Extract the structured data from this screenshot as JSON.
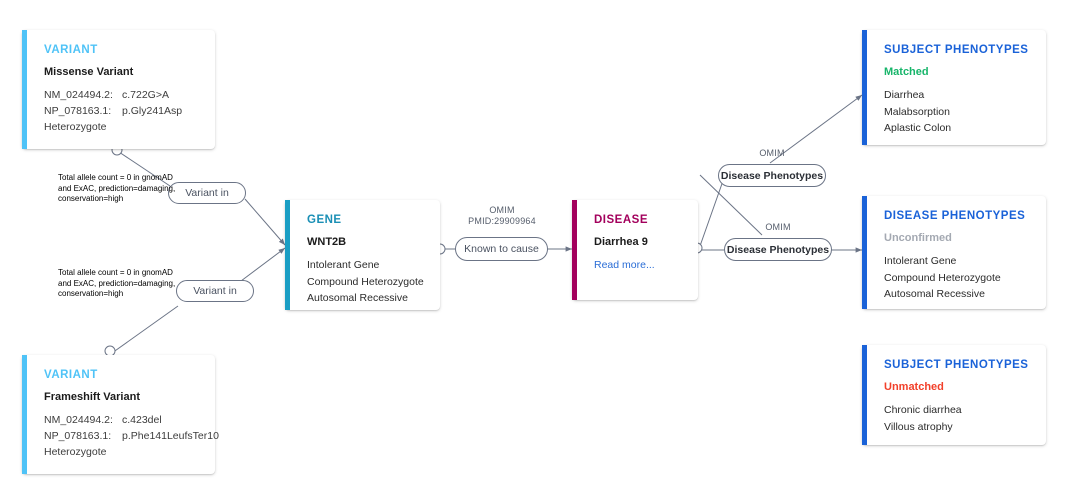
{
  "cards": {
    "variant_top": {
      "title": "VARIANT",
      "subtitle": "Missense Variant",
      "rows": [
        {
          "key": "NM_024494.2:",
          "value": "c.722G>A"
        },
        {
          "key": "NP_078163.1:",
          "value": "p.Gly241Asp"
        }
      ],
      "zygosity": "Heterozygote",
      "accent_color": "#4FC3F7",
      "title_color": "#4FC3F7"
    },
    "variant_bottom": {
      "title": "VARIANT",
      "subtitle": "Frameshift Variant",
      "rows": [
        {
          "key": "NM_024494.2:",
          "value": "c.423del"
        },
        {
          "key": "NP_078163.1:",
          "value": "p.Phe141LeufsTer10"
        }
      ],
      "zygosity": "Heterozygote",
      "accent_color": "#4FC3F7",
      "title_color": "#4FC3F7"
    },
    "gene": {
      "title": "GENE",
      "subtitle": "WNT2B",
      "lines": [
        "Intolerant Gene",
        "Compound Heterozygote",
        "Autosomal Recessive"
      ],
      "accent_color": "#1a9ec4",
      "title_color": "#1a8fb5"
    },
    "disease": {
      "title": "DISEASE",
      "subtitle": "Diarrhea 9",
      "link": "Read more...",
      "accent_color": "#a3005c",
      "title_color": "#a3005c",
      "link_color": "#2a6dd6"
    },
    "subject_phenotypes_matched": {
      "title": "SUBJECT PHENOTYPES",
      "status": "Matched",
      "status_color": "#17b56a",
      "lines": [
        "Diarrhea",
        "Malabsorption",
        "Aplastic Colon"
      ],
      "accent_color": "#1a62d8",
      "title_color": "#1a62d8"
    },
    "disease_phenotypes": {
      "title": "DISEASE PHENOTYPES",
      "status": "Unconfirmed",
      "status_color": "#a4a9b2",
      "lines": [
        "Intolerant Gene",
        "Compound Heterozygote",
        "Autosomal Recessive"
      ],
      "accent_color": "#1a62d8",
      "title_color": "#1a62d8"
    },
    "subject_phenotypes_unmatched": {
      "title": "SUBJECT PHENOTYPES",
      "status": "Unmatched",
      "status_color": "#f2402a",
      "lines": [
        "Chronic diarrhea",
        "Villous atrophy"
      ],
      "accent_color": "#1a62d8",
      "title_color": "#1a62d8"
    }
  },
  "pills": {
    "variant_in_top": "Variant in",
    "variant_in_bottom": "Variant in",
    "known_to_cause": "Known to cause",
    "disease_phenotypes_top": "Disease Phenotypes",
    "disease_phenotypes_bottom": "Disease Phenotypes"
  },
  "labels": {
    "omim_gene_disease": "OMIM",
    "pmid_gene_disease": "PMID:29909964",
    "omim_top": "OMIM",
    "omim_bottom": "OMIM"
  },
  "notes": {
    "variant_top_note": "Total allele count = 0 in gnomAD and ExAC, prediction=damaging, conservation=high",
    "variant_bottom_note": "Total allele count = 0 in gnomAD and ExAC, prediction=damaging, conservation=high"
  }
}
